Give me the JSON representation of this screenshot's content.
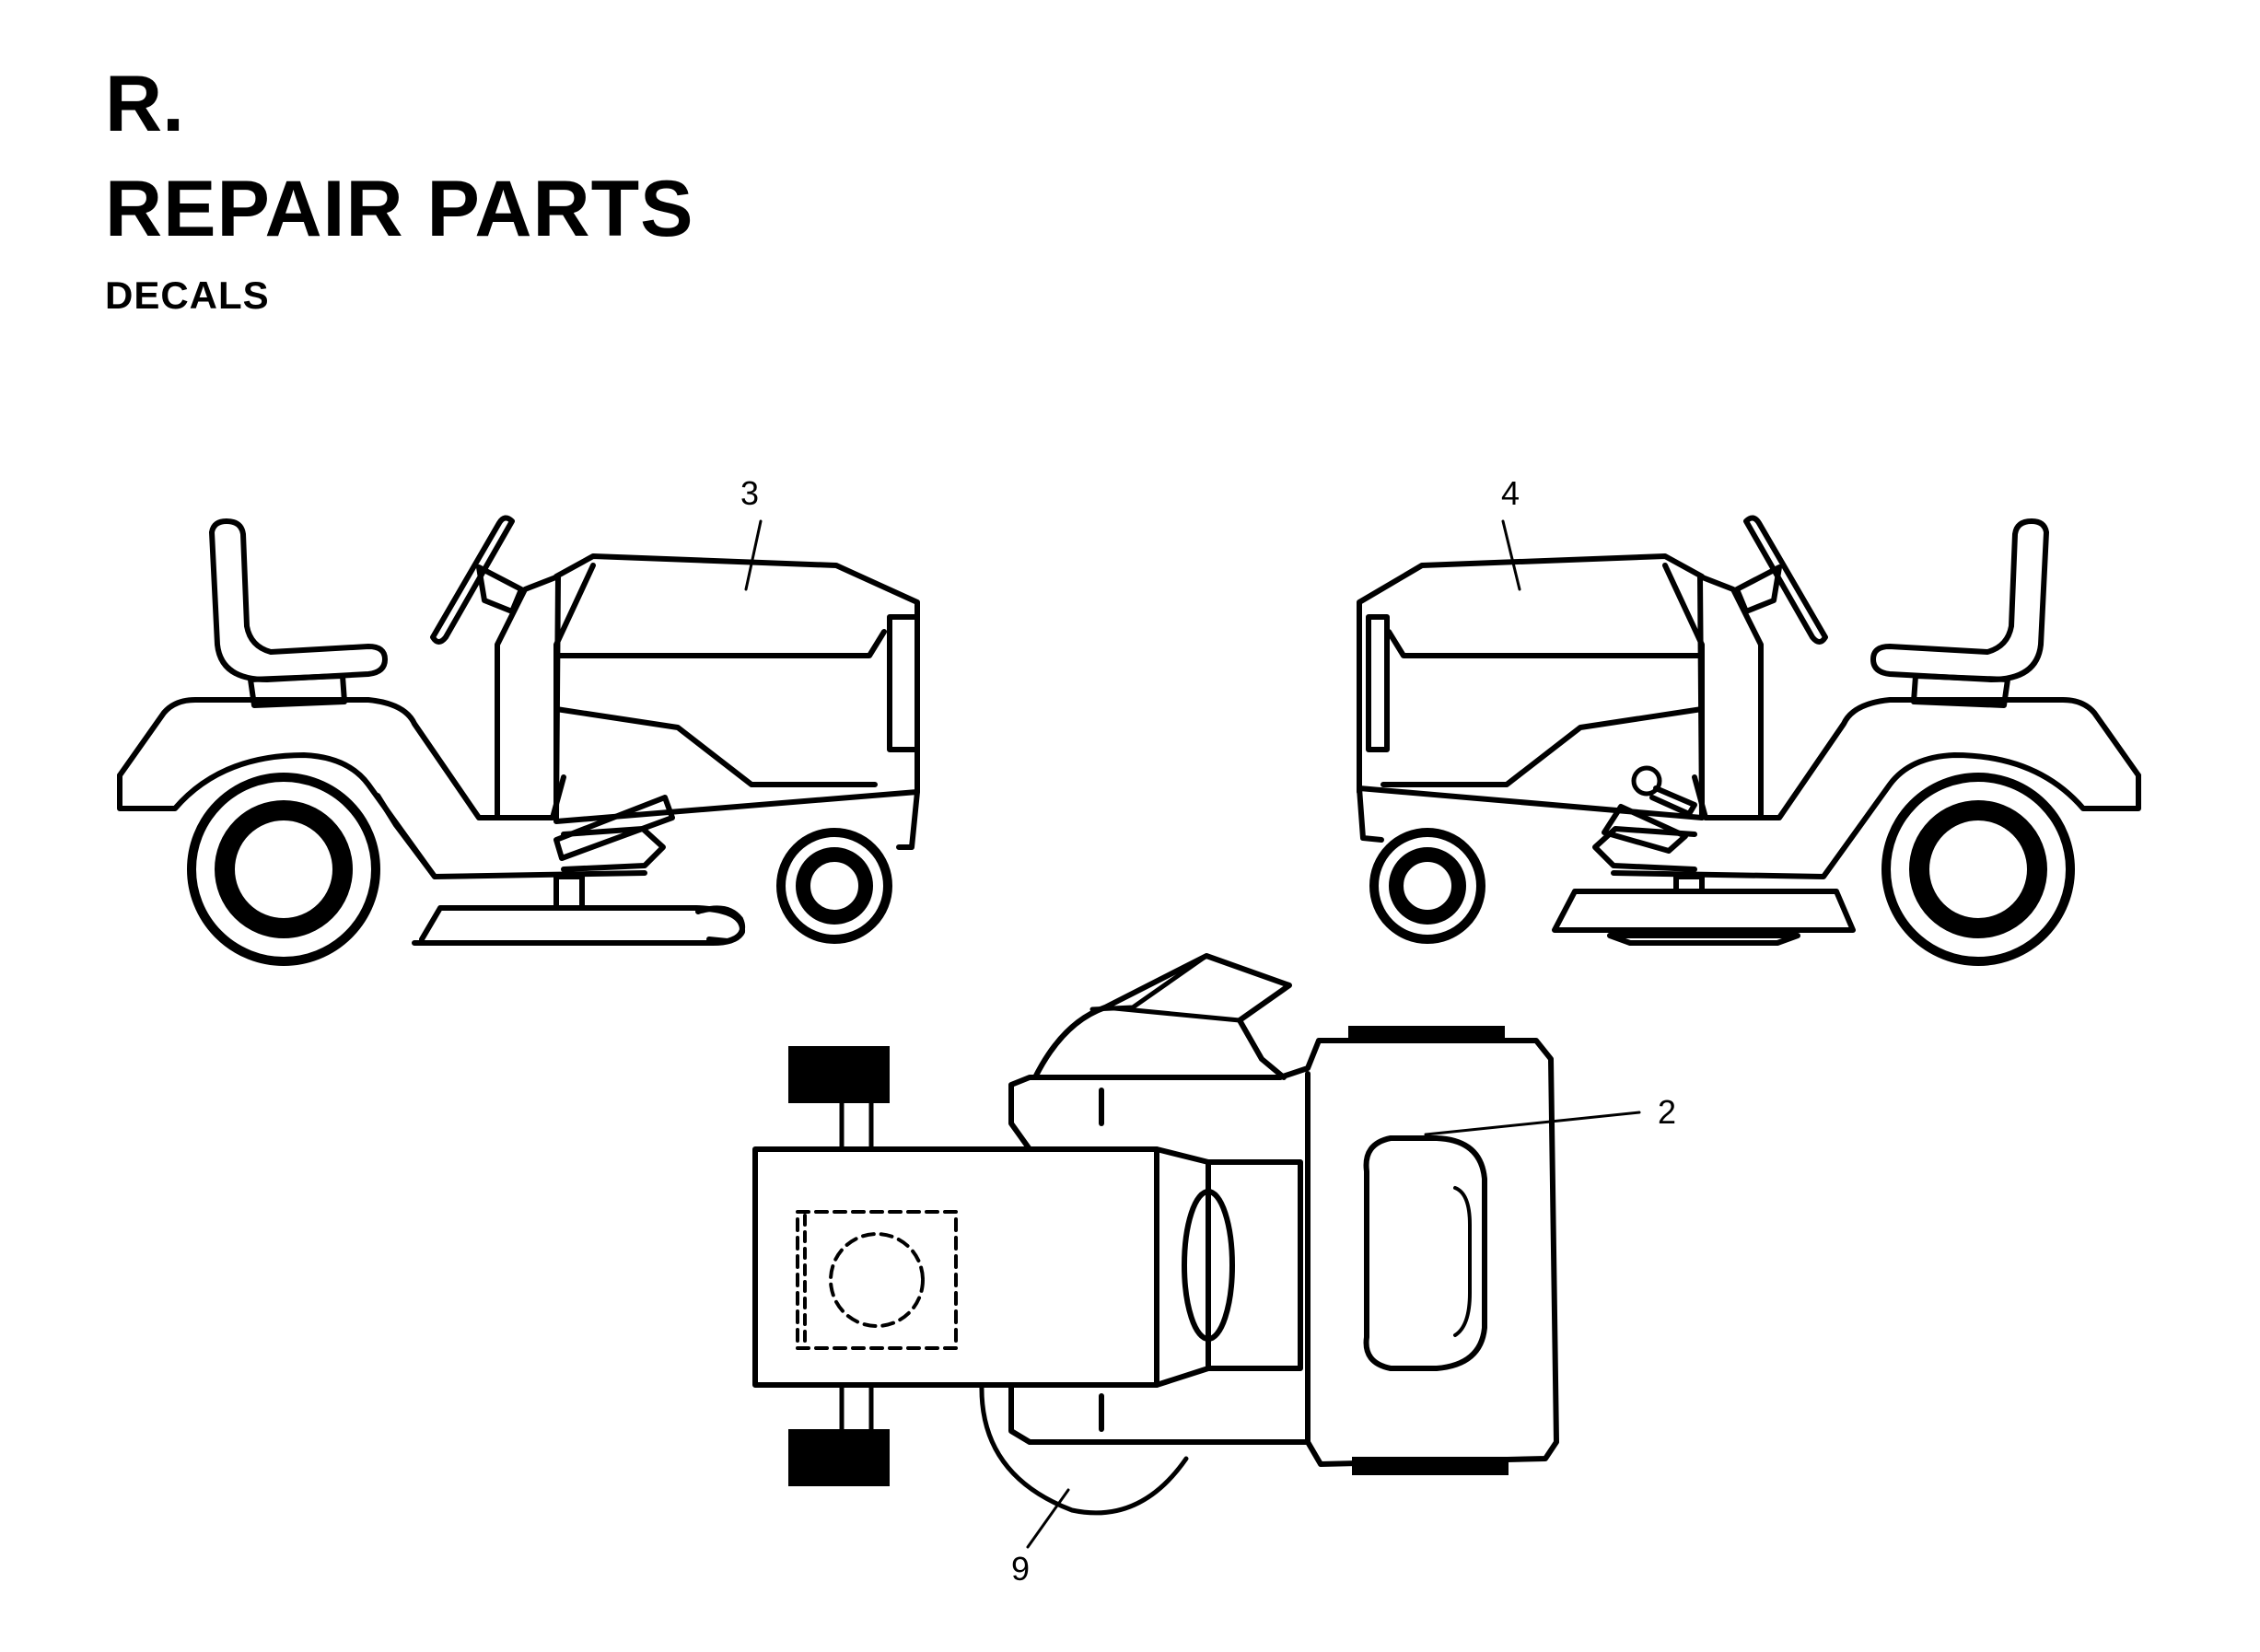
{
  "header": {
    "section_letter": "R.",
    "title": "REPAIR PARTS",
    "subtitle": "DECALS"
  },
  "callouts": {
    "left_view": "3",
    "right_view": "4",
    "top_hood": "2",
    "top_seat_rear": "9"
  },
  "colors": {
    "line": "#000000",
    "background": "#ffffff"
  }
}
